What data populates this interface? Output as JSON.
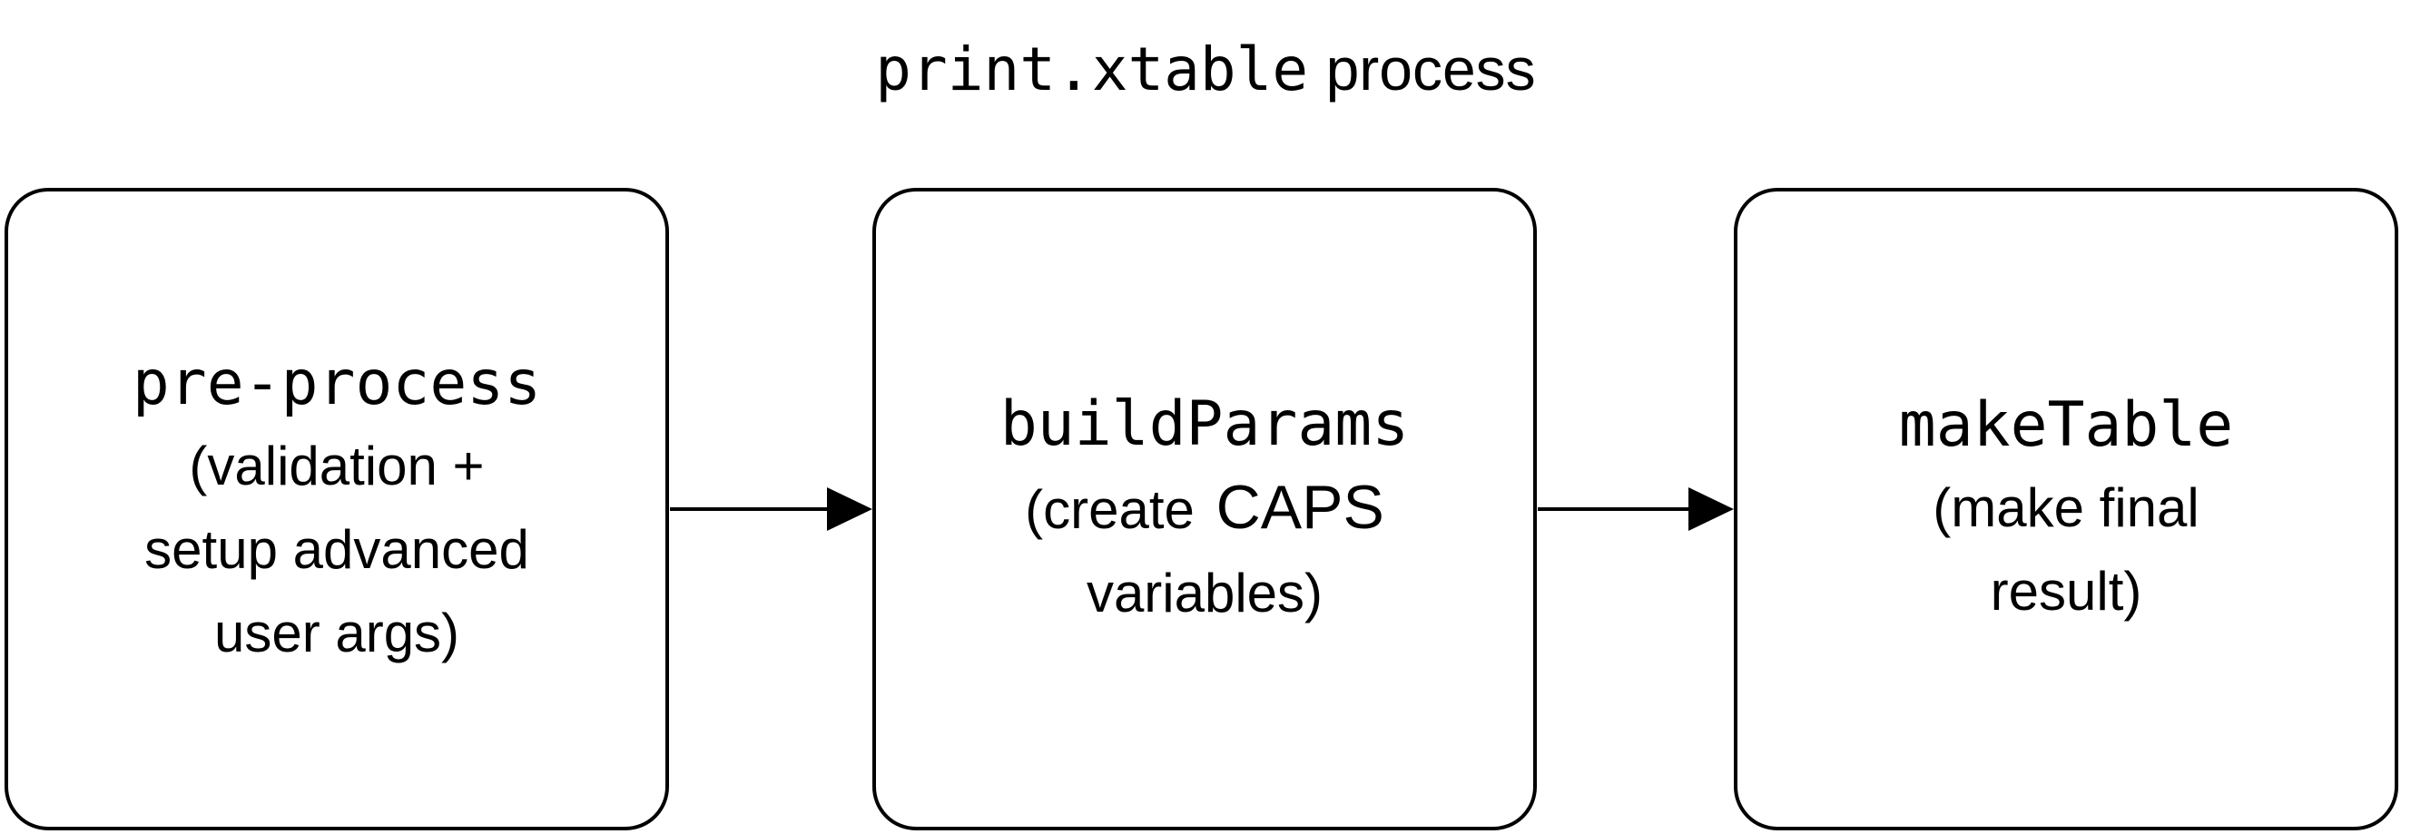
{
  "title": {
    "code": "print.xtable",
    "text": "process"
  },
  "boxes": [
    {
      "title": "pre-process",
      "lines": [
        "(validation +",
        "setup advanced",
        "user args)"
      ]
    },
    {
      "title": "buildParams",
      "line1_prefix": "(create",
      "line1_caps": "CAPS",
      "lines": [
        "variables)"
      ]
    },
    {
      "title": "makeTable",
      "lines": [
        "(make final",
        "result)"
      ]
    }
  ],
  "colors": {
    "stroke": "#000000",
    "background": "#ffffff"
  }
}
